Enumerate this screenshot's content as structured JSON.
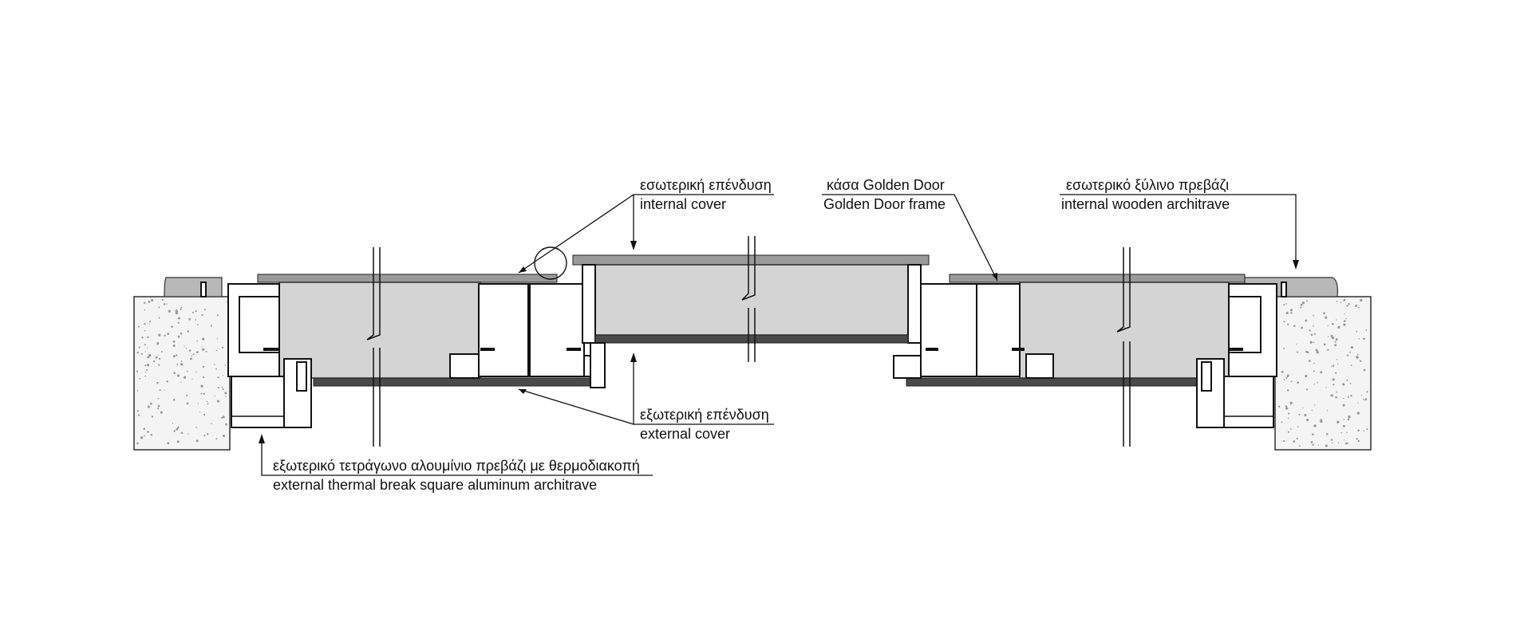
{
  "labels": {
    "internal_cover_gr": "εσωτερική επένδυση",
    "internal_cover_en": "internal cover",
    "frame_gr": "κάσα Golden Door",
    "frame_en": "Golden Door frame",
    "wooden_architrave_gr": "εσωτερικό ξύλινο πρεβάζι",
    "wooden_architrave_en": "internal wooden architrave",
    "external_cover_gr": "εξωτερική επένδυση",
    "external_cover_en": "external cover",
    "aluminum_architrave_gr": "εξωτερικό τετράγωνο αλουμίνιο πρεβάζι με θερμοδιακοπή",
    "aluminum_architrave_en": "external thermal break square aluminum architrave"
  },
  "colors": {
    "line": "#111111",
    "panel_core": "#d4d4d4",
    "cover_skin": "#9a9a9a",
    "wall_fill": "#f4f4f4"
  }
}
